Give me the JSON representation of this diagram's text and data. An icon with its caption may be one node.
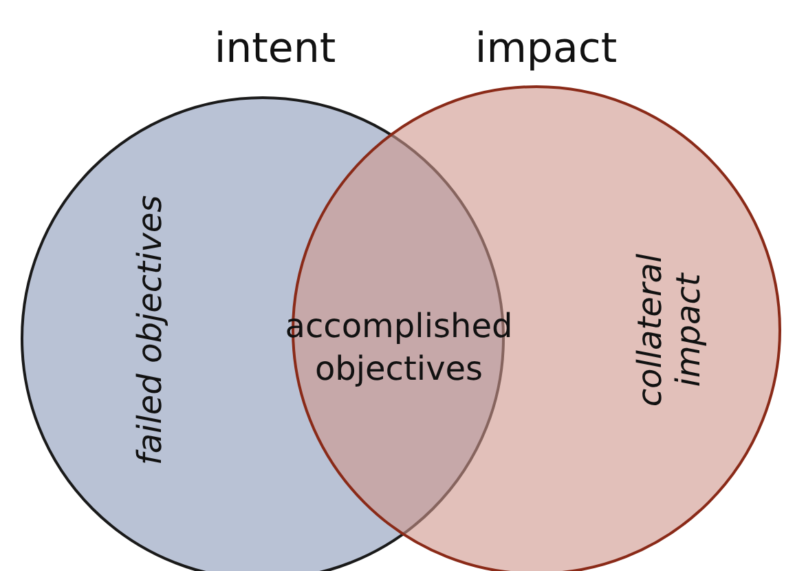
{
  "diagram": {
    "nodes": [
      {
        "text": [
          "intent",
          "failed objectives"
        ]
      },
      {
        "text": [
          "impact",
          "collateral impact"
        ]
      }
    ],
    "labels": [
      "accomplished objectives"
    ]
  }
}
